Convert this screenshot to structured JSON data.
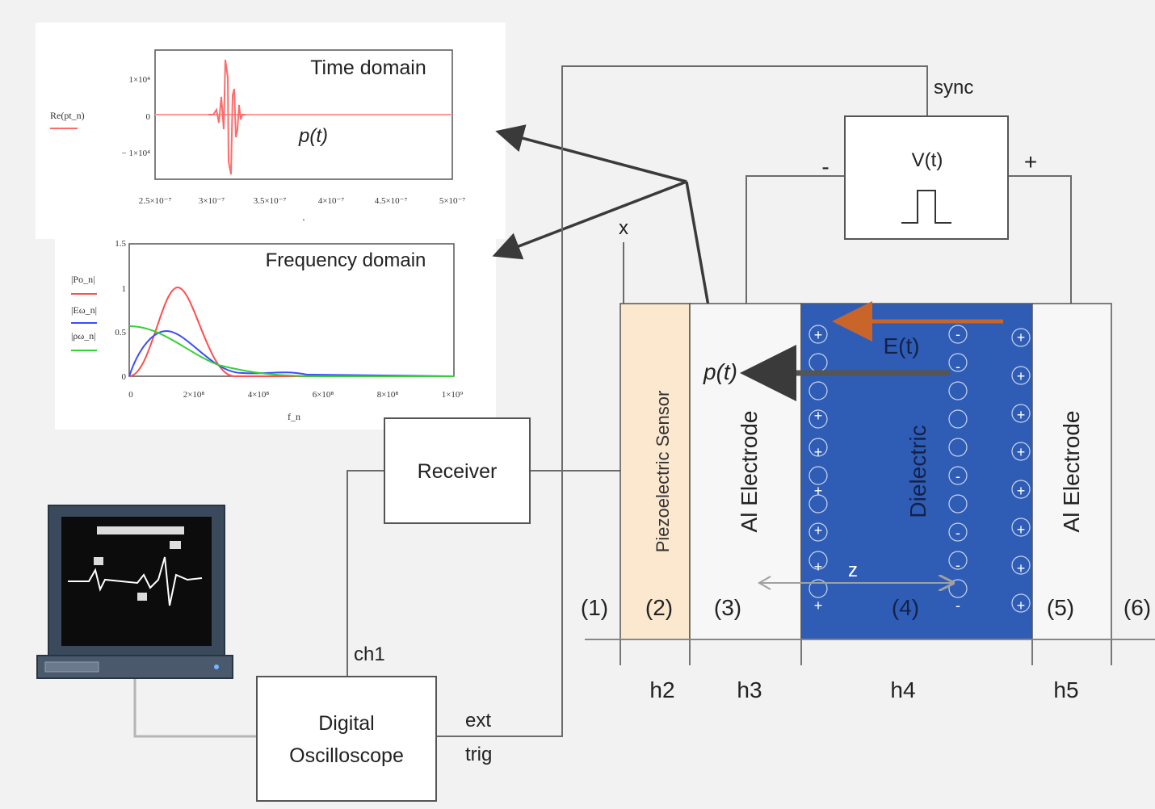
{
  "top_plot": {
    "title": "Time domain",
    "signal_label": "p(t)",
    "legend_label": "Re(pt_n)",
    "y_ticks": [
      "1×10⁴",
      "0",
      "− 1×10⁴"
    ],
    "x_ticks": [
      "2.5×10⁻⁷",
      "3×10⁻⁷",
      "3.5×10⁻⁷",
      "4×10⁻⁷",
      "4.5×10⁻⁷",
      "5×10⁻⁷"
    ],
    "x_axis_mark": "·",
    "trace_color": "#ff6b6b"
  },
  "bottom_plot": {
    "title": "Frequency domain",
    "legend": [
      {
        "label": "|Po_n|",
        "color": "#ff4d4d"
      },
      {
        "label": "|Eω_n|",
        "color": "#3b4cff"
      },
      {
        "label": "|ρω_n|",
        "color": "#35d035"
      }
    ],
    "y_ticks": [
      "1.5",
      "1",
      "0.5",
      "0"
    ],
    "x_ticks": [
      "0",
      "2×10⁸",
      "4×10⁸",
      "6×10⁸",
      "8×10⁸",
      "1×10⁹"
    ],
    "x_label": "f_n"
  },
  "setup": {
    "sync": "sync",
    "voltage": "V(t)",
    "minus": "-",
    "plus": "+",
    "x_axis": "x",
    "z_axis": "z",
    "pt": "p(t)",
    "et": "E(t)",
    "receiver": "Receiver",
    "oscilloscope_line1": "Digital",
    "oscilloscope_line2": "Oscilloscope",
    "ch1": "ch1",
    "ext": "ext",
    "trig": "trig"
  },
  "layers": {
    "piezo": "Piezoelectric Sensor",
    "electrode_left": "Al Electrode",
    "dielectric": "Dielectric",
    "electrode_right": "Al Electrode"
  },
  "regions": [
    "(1)",
    "(2)",
    "(3)",
    "(4)",
    "(5)",
    "(6)"
  ],
  "thickness": [
    "h2",
    "h3",
    "h4",
    "h5"
  ],
  "colors": {
    "dielectric": "#2f5db5",
    "piezo": "#fbe8cf",
    "e_arrow": "#c9642b",
    "p_arrow": "#555555"
  }
}
